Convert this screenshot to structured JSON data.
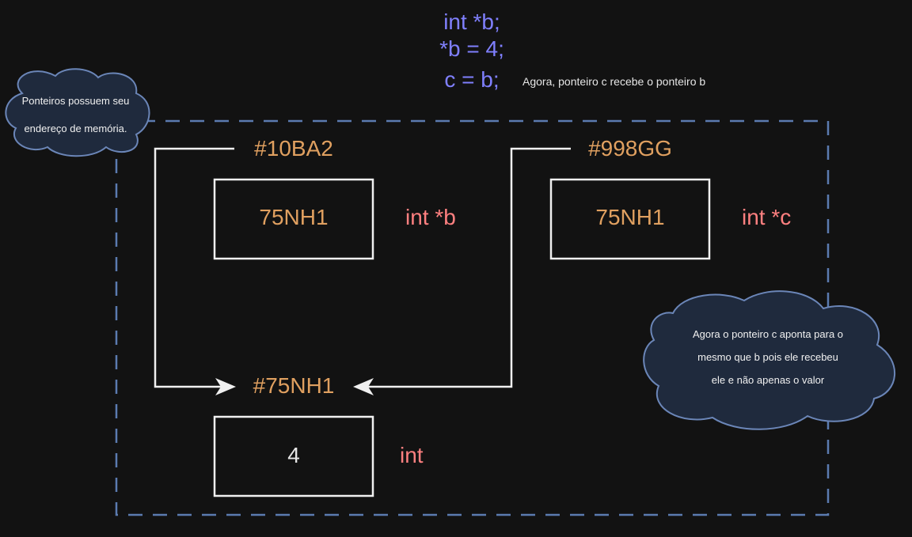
{
  "code": {
    "line1": "int *b;",
    "line2": "*b = 4;",
    "line3": "c = b;"
  },
  "note_top": "Agora, ponteiro c recebe o ponteiro b",
  "cloud_left": {
    "line1": "Ponteiros possuem seu",
    "line2": "endereço de memória."
  },
  "cloud_right": {
    "line1": "Agora o ponteiro c aponta para o",
    "line2": "mesmo que b pois ele recebeu",
    "line3": "ele e não apenas o valor"
  },
  "ptr_b": {
    "address": "#10BA2",
    "value": "75NH1",
    "type": "int *b"
  },
  "ptr_c": {
    "address": "#998GG",
    "value": "75NH1",
    "type": "int *c"
  },
  "target": {
    "address": "#75NH1",
    "value": "4",
    "type": "int"
  },
  "colors": {
    "background": "#121212",
    "code": "#8080ff",
    "address": "#e0a060",
    "type": "#ff8080",
    "box_border": "#f0f0f0",
    "dashed_border": "#5b7bb0",
    "cloud_fill": "#1f2a3d",
    "cloud_stroke": "#6b86b8"
  }
}
